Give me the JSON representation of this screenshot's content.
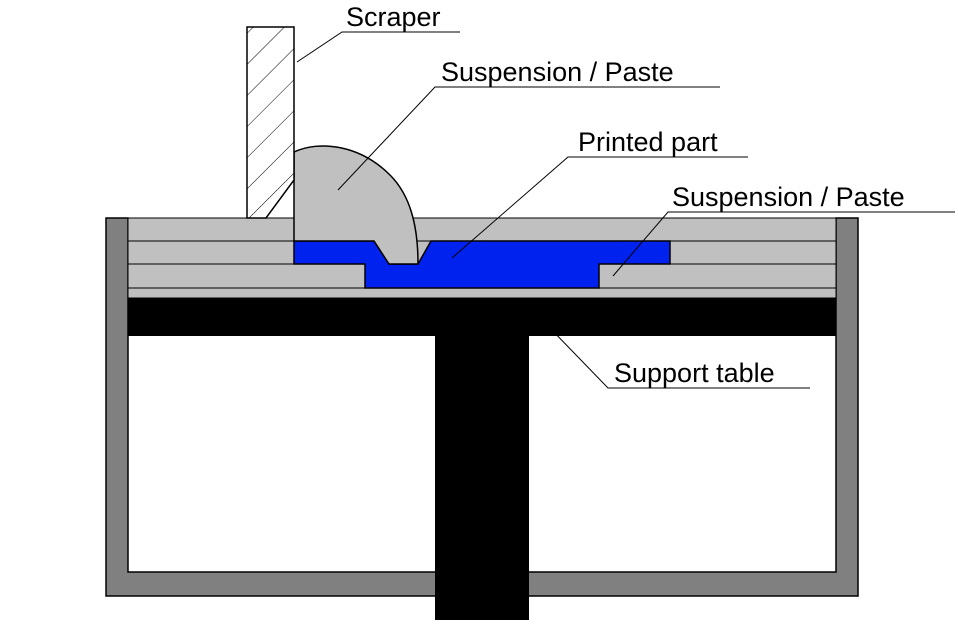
{
  "labels": {
    "scraper": "Scraper",
    "suspension_top": "Suspension / Paste",
    "printed_part": "Printed part",
    "suspension_right": "Suspension / Paste",
    "support_table": "Support table"
  },
  "colors": {
    "background": "#ffffff",
    "vat_wall": "#808080",
    "suspension": "#c0c0c0",
    "printed_part": "#0022ee",
    "support_table": "#000000",
    "scraper_fill": "#ffffff",
    "outline": "#000000"
  }
}
